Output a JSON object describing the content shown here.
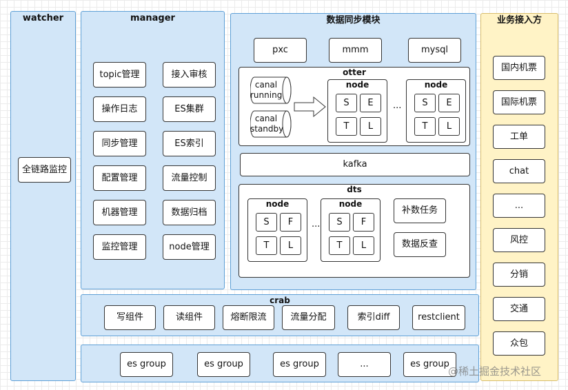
{
  "watcher": {
    "title": "watcher",
    "item": "全链路监控"
  },
  "manager": {
    "title": "manager",
    "items": [
      "topic管理",
      "接入审核",
      "操作日志",
      "ES集群",
      "同步管理",
      "ES索引",
      "配置管理",
      "流量控制",
      "机器管理",
      "数据归档",
      "监控管理",
      "node管理"
    ]
  },
  "sync": {
    "title": "数据同步模块",
    "sources": [
      "pxc",
      "mmm",
      "mysql"
    ],
    "otter": {
      "title": "otter",
      "canal_running": [
        "canal",
        "running"
      ],
      "canal_standby": [
        "canal",
        "standby"
      ],
      "node_title": "node",
      "node_cells": [
        "S",
        "E",
        "T",
        "L"
      ],
      "ellipsis": "..."
    },
    "kafka": "kafka",
    "dts": {
      "title": "dts",
      "node_title": "node",
      "node_cells": [
        "S",
        "F",
        "T",
        "L"
      ],
      "ellipsis": "...",
      "tasks": [
        "补数任务",
        "数据反查"
      ]
    }
  },
  "crab": {
    "title": "crab",
    "items": [
      "写组件",
      "读组件",
      "熔断限流",
      "流量分配",
      "索引diff",
      "restclient"
    ]
  },
  "es": {
    "items": [
      "es group",
      "es group",
      "es group",
      "...",
      "es group"
    ]
  },
  "business": {
    "title": "业务接入方",
    "items": [
      "国内机票",
      "国际机票",
      "工单",
      "chat",
      "...",
      "风控",
      "分销",
      "交通",
      "众包"
    ]
  },
  "watermark": "@稀土掘金技术社区",
  "colors": {
    "panel_blue": "#d2e6f8",
    "panel_border": "#5d9fd6",
    "panel_yellow": "#fff3c6"
  }
}
